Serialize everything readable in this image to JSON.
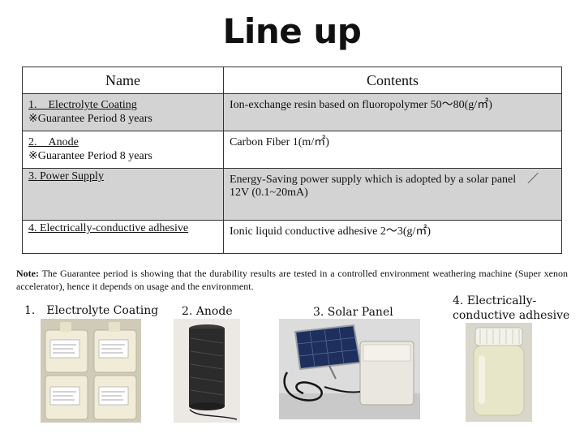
{
  "title": "Line up",
  "table": {
    "headers": {
      "name": "Name",
      "contents": "Contents"
    },
    "rows": [
      {
        "name": "1.　Electrolyte Coating",
        "sub": "※Guarantee Period 8 years",
        "contents": "Ion-exchange resin based on fluoropolymer 50～80(g/㎡)"
      },
      {
        "name": "2.　Anode",
        "sub": "※Guarantee Period 8 years",
        "contents": "Carbon Fiber 1(m/㎡)"
      },
      {
        "name": "3. Power Supply",
        "contents": "Energy-Saving power supply which is adopted by a solar panel　／12V (0.1~20mA)"
      },
      {
        "name": "4. Electrically-conductive adhesive",
        "contents": "Ionic liquid conductive adhesive 2～3(g/㎡)"
      }
    ]
  },
  "note": {
    "label": "Note:",
    "text": "The Guarantee period is showing that the durability results are tested in a controlled environment weathering machine (Super xenon accelerator), hence it depends on usage and the environment."
  },
  "photos": [
    {
      "caption": "1.　Electrolyte Coating"
    },
    {
      "caption": "2. Anode"
    },
    {
      "caption": "3. Solar Panel"
    },
    {
      "caption_line1": "4. Electrically-",
      "caption_line2": "conductive adhesive"
    }
  ]
}
